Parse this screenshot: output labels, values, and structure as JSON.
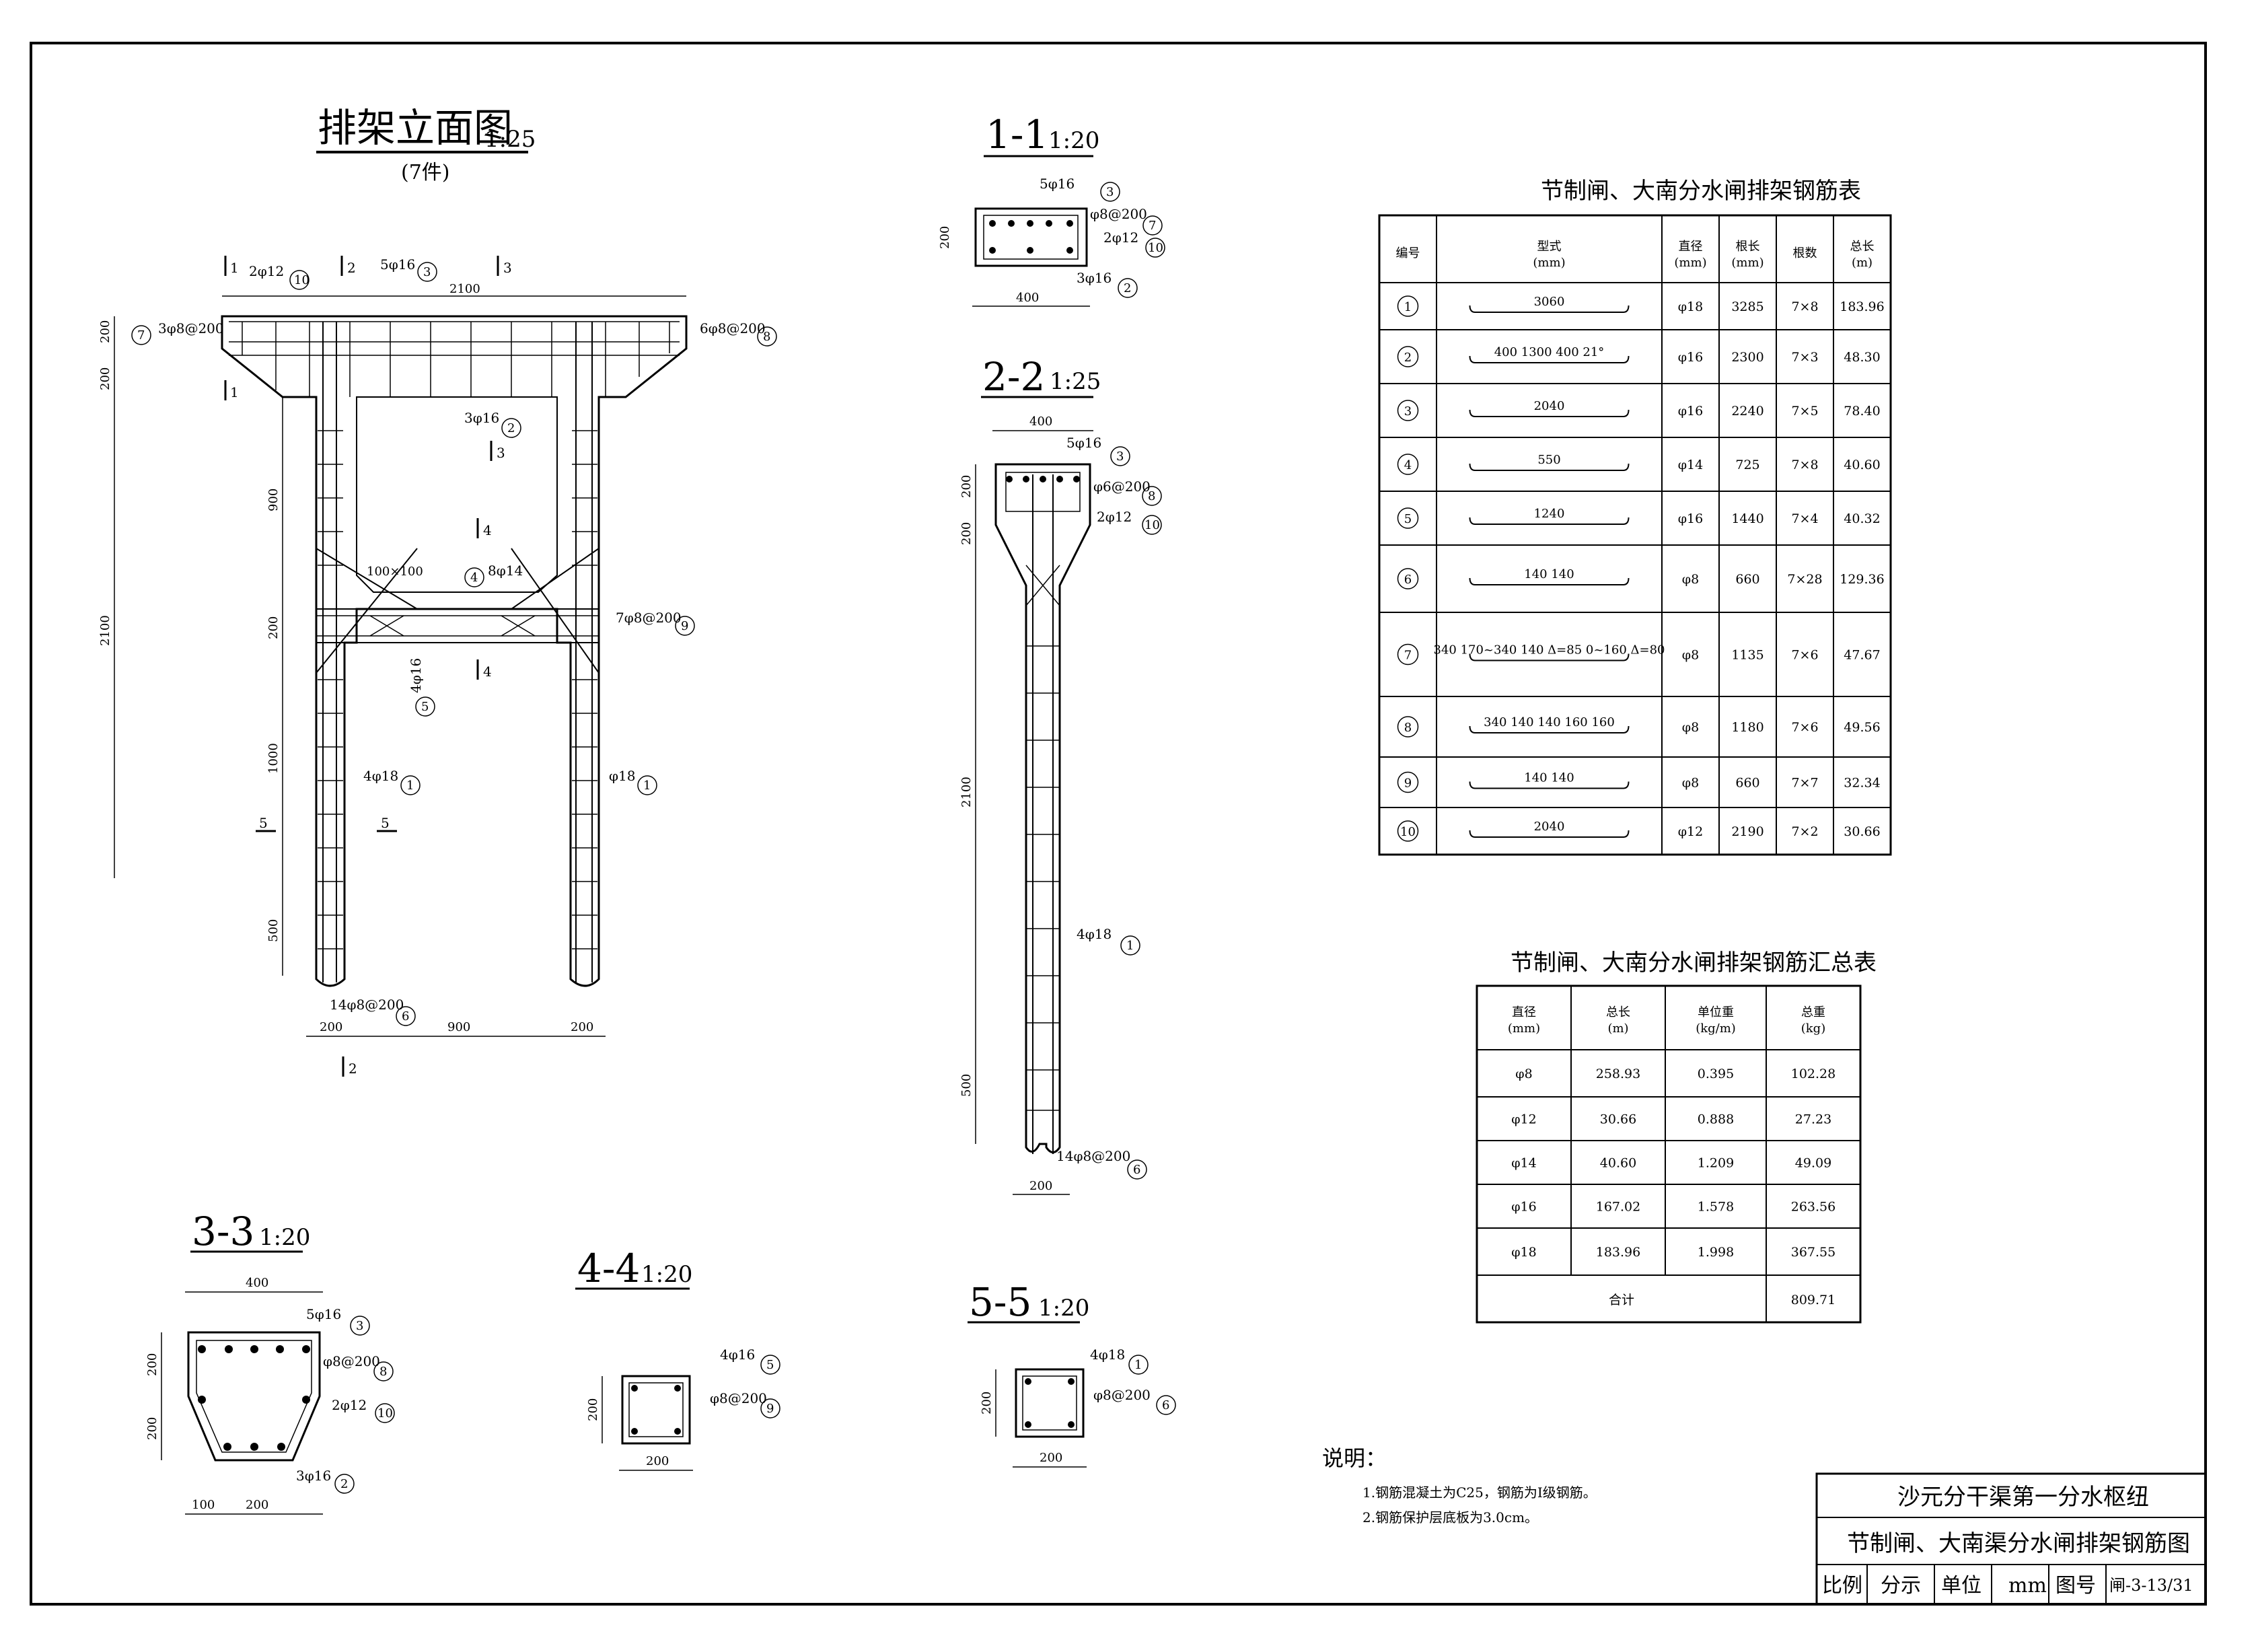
{
  "views": {
    "elevation": {
      "title": "排架立面图",
      "scale": "1:25",
      "subtitle": "(7件)",
      "overall_width": "2100",
      "overall_height": "2100",
      "top_dims": [
        "200",
        "200"
      ],
      "left_dims": [
        "900",
        "200",
        "1000",
        "500"
      ],
      "bottom_dims": [
        "200",
        "900",
        "200"
      ],
      "chamfer": "100×100",
      "section_marks": [
        "1",
        "2",
        "3",
        "4",
        "5"
      ],
      "labels": [
        {
          "text": "2φ12",
          "ref": "10"
        },
        {
          "text": "5φ16",
          "ref": "3"
        },
        {
          "text": "3φ8@200",
          "ref": "7"
        },
        {
          "text": "6φ8@200",
          "ref": "8"
        },
        {
          "text": "3φ16",
          "ref": "2"
        },
        {
          "text": "8φ14",
          "ref": "4"
        },
        {
          "text": "7φ8@200",
          "ref": "9"
        },
        {
          "text": "4φ16",
          "ref": "5"
        },
        {
          "text": "4φ18",
          "ref": "1"
        },
        {
          "text": "φ18",
          "ref": "1"
        },
        {
          "text": "14φ8@200",
          "ref": "6"
        }
      ]
    },
    "sec_1_1": {
      "title": "1-1",
      "scale": "1:20",
      "width": "400",
      "height": "200",
      "labels": [
        {
          "text": "5φ16",
          "ref": "3"
        },
        {
          "text": "φ8@200",
          "ref": "7"
        },
        {
          "text": "2φ12",
          "ref": "10"
        },
        {
          "text": "3φ16",
          "ref": "2"
        }
      ]
    },
    "sec_2_2": {
      "title": "2-2",
      "scale": "1:25",
      "width": "400",
      "bottom_width": "200",
      "left_dims": [
        "200",
        "200",
        "2100",
        "500"
      ],
      "labels": [
        {
          "text": "5φ16",
          "ref": "3"
        },
        {
          "text": "φ6@200",
          "ref": "8"
        },
        {
          "text": "2φ12",
          "ref": "10"
        },
        {
          "text": "4φ18",
          "ref": "1"
        },
        {
          "text": "14φ8@200",
          "ref": "6"
        }
      ]
    },
    "sec_3_3": {
      "title": "3-3",
      "scale": "1:20",
      "width": "400",
      "left_dims": [
        "200",
        "200"
      ],
      "bottom_dims": [
        "100",
        "200"
      ],
      "labels": [
        {
          "text": "5φ16",
          "ref": "3"
        },
        {
          "text": "φ8@200",
          "ref": "8"
        },
        {
          "text": "2φ12",
          "ref": "10"
        },
        {
          "text": "3φ16",
          "ref": "2"
        }
      ]
    },
    "sec_4_4": {
      "title": "4-4",
      "scale": "1:20",
      "width": "200",
      "height": "200",
      "labels": [
        {
          "text": "4φ16",
          "ref": "5"
        },
        {
          "text": "φ8@200",
          "ref": "9"
        }
      ]
    },
    "sec_5_5": {
      "title": "5-5",
      "scale": "1:20",
      "width": "200",
      "height": "200",
      "labels": [
        {
          "text": "4φ18",
          "ref": "1"
        },
        {
          "text": "φ8@200",
          "ref": "6"
        }
      ]
    }
  },
  "rebar_table": {
    "title": "节制闸、大南分水闸排架钢筋表",
    "headers": [
      "编号",
      "型式\n(mm)",
      "直径\n(mm)",
      "根长\n(mm)",
      "根数",
      "总长\n(m)"
    ],
    "rows": [
      {
        "no": "1",
        "shape": "3060",
        "dia": "φ18",
        "len": "3285",
        "count": "7×8",
        "total": "183.96"
      },
      {
        "no": "2",
        "shape": "400 1300 400 21°",
        "dia": "φ16",
        "len": "2300",
        "count": "7×3",
        "total": "48.30"
      },
      {
        "no": "3",
        "shape": "2040",
        "dia": "φ16",
        "len": "2240",
        "count": "7×5",
        "total": "78.40"
      },
      {
        "no": "4",
        "shape": "550",
        "dia": "φ14",
        "len": "725",
        "count": "7×8",
        "total": "40.60"
      },
      {
        "no": "5",
        "shape": "1240",
        "dia": "φ16",
        "len": "1440",
        "count": "7×4",
        "total": "40.32"
      },
      {
        "no": "6",
        "shape": "140 140",
        "dia": "φ8",
        "len": "660",
        "count": "7×28",
        "total": "129.36"
      },
      {
        "no": "7",
        "shape": "340 170~340 140 Δ=85 0~160 Δ=80",
        "dia": "φ8",
        "len": "1135",
        "count": "7×6",
        "total": "47.67"
      },
      {
        "no": "8",
        "shape": "340 140 140 160 160",
        "dia": "φ8",
        "len": "1180",
        "count": "7×6",
        "total": "49.56"
      },
      {
        "no": "9",
        "shape": "140 140",
        "dia": "φ8",
        "len": "660",
        "count": "7×7",
        "total": "32.34"
      },
      {
        "no": "10",
        "shape": "2040",
        "dia": "φ12",
        "len": "2190",
        "count": "7×2",
        "total": "30.66"
      }
    ]
  },
  "summary_table": {
    "title": "节制闸、大南分水闸排架钢筋汇总表",
    "headers": [
      "直径\n(mm)",
      "总长\n(m)",
      "单位重\n(kg/m)",
      "总重\n(kg)"
    ],
    "rows": [
      {
        "dia": "φ8",
        "total_len": "258.93",
        "unit_w": "0.395",
        "total_w": "102.28"
      },
      {
        "dia": "φ12",
        "total_len": "30.66",
        "unit_w": "0.888",
        "total_w": "27.23"
      },
      {
        "dia": "φ14",
        "total_len": "40.60",
        "unit_w": "1.209",
        "total_w": "49.09"
      },
      {
        "dia": "φ16",
        "total_len": "167.02",
        "unit_w": "1.578",
        "total_w": "263.56"
      },
      {
        "dia": "φ18",
        "total_len": "183.96",
        "unit_w": "1.998",
        "total_w": "367.55"
      }
    ],
    "sum_label": "合计",
    "sum_value": "809.71"
  },
  "notes": {
    "heading": "说明：",
    "items": [
      "1.钢筋混凝土为C25，钢筋为Ⅰ级钢筋。",
      "2.钢筋保护层底板为3.0cm。"
    ]
  },
  "title_block": {
    "project": "沙元分干渠第一分水枢纽",
    "drawing": "节制闸、大南渠分水闸排架钢筋图",
    "scale_label": "比例",
    "scale_value": "分示",
    "unit_label": "单位",
    "unit_value": "mm",
    "no_label": "图号",
    "no_value": "闸-3-13/31"
  }
}
